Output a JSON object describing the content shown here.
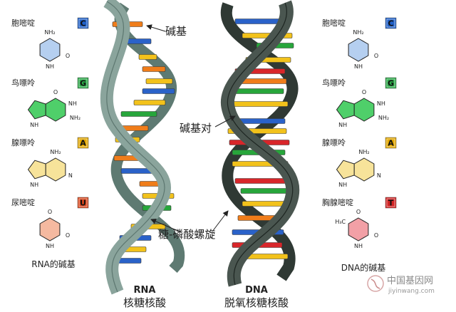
{
  "colors": {
    "cytosine": "#1f5fc6",
    "guanine": "#28a745",
    "adenine": "#e3a800",
    "uracil": "#d9471d",
    "thymine": "#d02323",
    "rna_backbone": "#7f9a92",
    "dna_backbone": "#3f4a45",
    "rung_orange": "#f07d1a",
    "rung_yellow": "#f2c21b",
    "rung_blue": "#2a62c9",
    "rung_green": "#27a63b",
    "rung_red": "#d8262a"
  },
  "rna_bases": [
    {
      "name": "胞嘧啶",
      "letter": "C",
      "color": "#1f5fc6",
      "ring_fill": "#b5cff0"
    },
    {
      "name": "鸟嘌呤",
      "letter": "G",
      "color": "#28a745",
      "ring_fill": "#4fcf6a"
    },
    {
      "name": "腺嘌呤",
      "letter": "A",
      "color": "#e3a800",
      "ring_fill": "#f7e39a"
    },
    {
      "name": "尿嘧啶",
      "letter": "U",
      "color": "#d9471d",
      "ring_fill": "#f5b9a0"
    }
  ],
  "dna_bases": [
    {
      "name": "胞嘧啶",
      "letter": "C",
      "color": "#1f5fc6",
      "ring_fill": "#b5cff0"
    },
    {
      "name": "鸟嘌呤",
      "letter": "G",
      "color": "#28a745",
      "ring_fill": "#4fcf6a"
    },
    {
      "name": "腺嘌呤",
      "letter": "A",
      "color": "#e3a800",
      "ring_fill": "#f7e39a"
    },
    {
      "name": "胸腺嘧啶",
      "letter": "T",
      "color": "#d02323",
      "ring_fill": "#f2a0a6"
    }
  ],
  "atoms": {
    "nh2": "NH₂",
    "nh": "NH",
    "n": "N",
    "h": "H",
    "o": "O",
    "h3c": "H₃C"
  },
  "rna_caption": "RNA的碱基",
  "dna_caption": "DNA的碱基",
  "annotations": {
    "base": "碱基",
    "base_pair": "碱基对",
    "backbone": "糖-磷酸螺旋"
  },
  "titles": {
    "rna_abbr": "RNA",
    "rna_full": "核糖核酸",
    "dna_abbr": "DNA",
    "dna_full": "脱氧核糖核酸"
  },
  "watermark": {
    "cn": "中国基因网",
    "url": "jiyinwang.com"
  }
}
